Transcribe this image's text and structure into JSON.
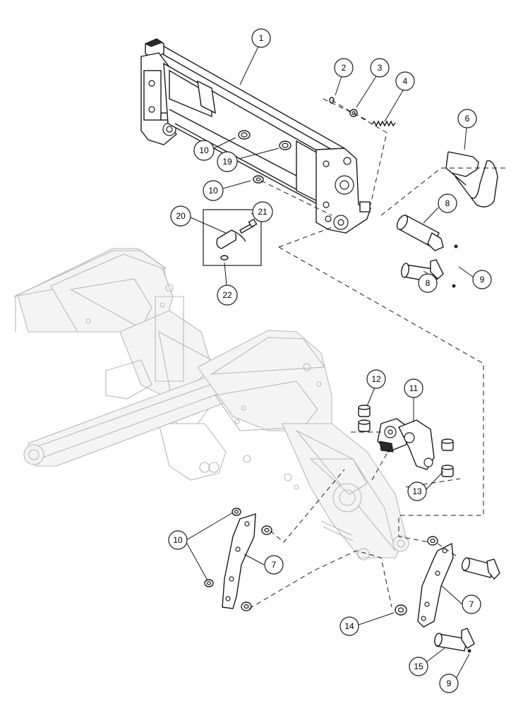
{
  "callouts": [
    {
      "id": "c1",
      "label": "1"
    },
    {
      "id": "c2",
      "label": "2"
    },
    {
      "id": "c3",
      "label": "3"
    },
    {
      "id": "c4",
      "label": "4"
    },
    {
      "id": "c6",
      "label": "6"
    },
    {
      "id": "c10a",
      "label": "10"
    },
    {
      "id": "c19",
      "label": "19"
    },
    {
      "id": "c10b",
      "label": "10"
    },
    {
      "id": "c20",
      "label": "20"
    },
    {
      "id": "c21",
      "label": "21"
    },
    {
      "id": "c22",
      "label": "22"
    },
    {
      "id": "c8a",
      "label": "8"
    },
    {
      "id": "c8b",
      "label": "8"
    },
    {
      "id": "c9a",
      "label": "9"
    },
    {
      "id": "c12",
      "label": "12"
    },
    {
      "id": "c11",
      "label": "11"
    },
    {
      "id": "c13",
      "label": "13"
    },
    {
      "id": "c10c",
      "label": "10"
    },
    {
      "id": "c7a",
      "label": "7"
    },
    {
      "id": "c7b",
      "label": "7"
    },
    {
      "id": "c14",
      "label": "14"
    },
    {
      "id": "c15",
      "label": "15"
    },
    {
      "id": "c9b",
      "label": "9"
    }
  ]
}
